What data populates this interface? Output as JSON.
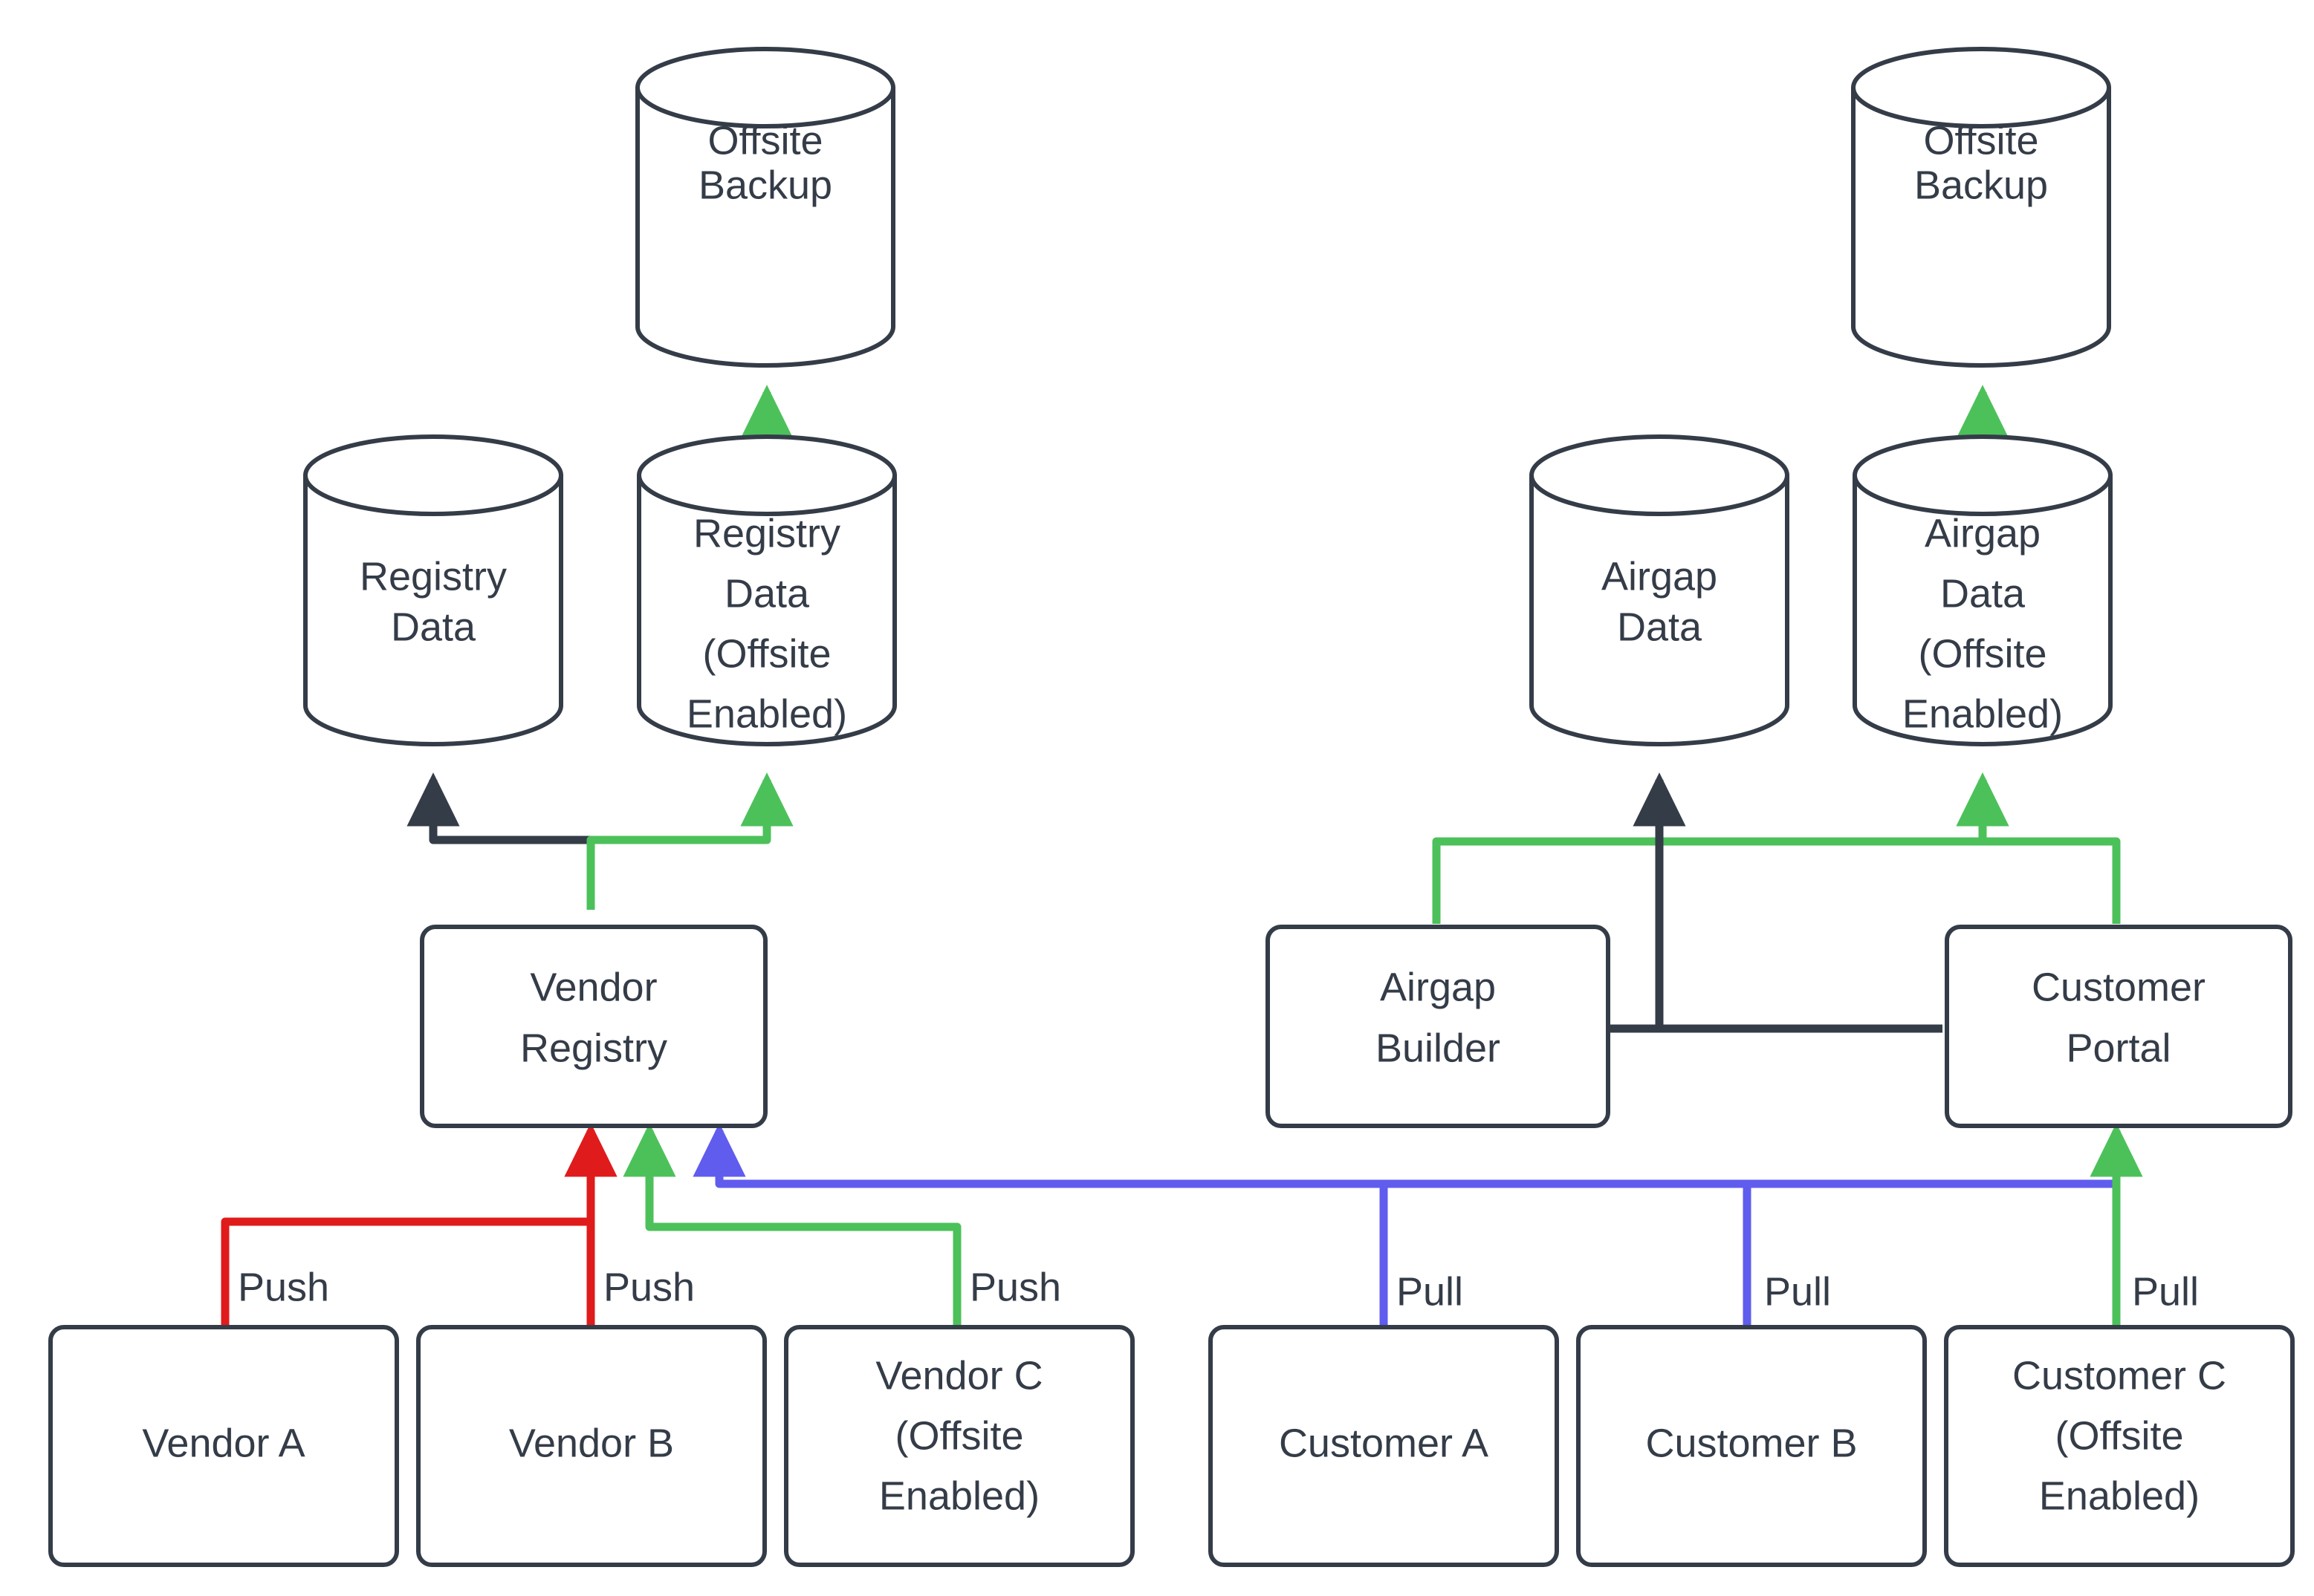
{
  "diagram": {
    "title": "Vendor Registry and Customer Airgap Data Flow",
    "background": "#ffffff",
    "colors": {
      "node_stroke": "#343c48",
      "node_fill": "#ffffff",
      "text": "#343c48",
      "link_dark": "#343c48",
      "link_green": "#4cc15a",
      "link_red": "#e01b1b",
      "link_purple": "#5f5cee"
    },
    "nodes": {
      "offsite_backup_left": {
        "label_line1": "Offsite",
        "label_line2": "Backup",
        "shape": "cylinder"
      },
      "offsite_backup_right": {
        "label_line1": "Offsite",
        "label_line2": "Backup",
        "shape": "cylinder"
      },
      "registry_data": {
        "label_line1": "Registry",
        "label_line2": "Data",
        "shape": "cylinder"
      },
      "registry_data_offsite": {
        "label_line1": "Registry",
        "label_line2": "Data",
        "label_line3": "(Offsite",
        "label_line4": "Enabled)",
        "shape": "cylinder"
      },
      "airgap_data": {
        "label_line1": "Airgap",
        "label_line2": "Data",
        "shape": "cylinder"
      },
      "airgap_data_offsite": {
        "label_line1": "Airgap",
        "label_line2": "Data",
        "label_line3": "(Offsite",
        "label_line4": "Enabled)",
        "shape": "cylinder"
      },
      "vendor_registry": {
        "label_line1": "Vendor",
        "label_line2": "Registry",
        "shape": "rounded-rect"
      },
      "airgap_builder": {
        "label_line1": "Airgap",
        "label_line2": "Builder",
        "shape": "rounded-rect"
      },
      "customer_portal": {
        "label_line1": "Customer",
        "label_line2": "Portal",
        "shape": "rounded-rect"
      },
      "vendor_a": {
        "label_line1": "Vendor A",
        "shape": "rounded-rect"
      },
      "vendor_b": {
        "label_line1": "Vendor B",
        "shape": "rounded-rect"
      },
      "vendor_c": {
        "label_line1": "Vendor C",
        "label_line2": "(Offsite",
        "label_line3": "Enabled)",
        "shape": "rounded-rect"
      },
      "customer_a": {
        "label_line1": "Customer A",
        "shape": "rounded-rect"
      },
      "customer_b": {
        "label_line1": "Customer B",
        "shape": "rounded-rect"
      },
      "customer_c": {
        "label_line1": "Customer C",
        "label_line2": "(Offsite",
        "label_line3": "Enabled)",
        "shape": "rounded-rect"
      }
    },
    "edge_labels": {
      "push_a": "Push",
      "push_b": "Push",
      "push_c": "Push",
      "pull_a": "Pull",
      "pull_b": "Pull",
      "pull_c": "Pull"
    },
    "edges": [
      {
        "from": "registry_data_offsite",
        "to": "offsite_backup_left",
        "color": "#4cc15a",
        "label": ""
      },
      {
        "from": "vendor_registry",
        "to": "registry_data",
        "color": "#343c48",
        "label": ""
      },
      {
        "from": "vendor_registry",
        "to": "registry_data_offsite",
        "color": "#4cc15a",
        "label": ""
      },
      {
        "from": "vendor_a",
        "to": "vendor_registry",
        "color": "#e01b1b",
        "label": "Push"
      },
      {
        "from": "vendor_b",
        "to": "vendor_registry",
        "color": "#e01b1b",
        "label": "Push"
      },
      {
        "from": "vendor_c",
        "to": "vendor_registry",
        "color": "#4cc15a",
        "label": "Push"
      },
      {
        "from": "airgap_data_offsite",
        "to": "offsite_backup_right",
        "color": "#4cc15a",
        "label": ""
      },
      {
        "from": "airgap_builder",
        "to": "airgap_data_offsite",
        "color": "#4cc15a",
        "label": ""
      },
      {
        "from": "customer_portal",
        "to": "airgap_data_offsite",
        "color": "#4cc15a",
        "label": ""
      },
      {
        "from": "airgap_builder",
        "to": "airgap_data",
        "color": "#343c48",
        "label": ""
      },
      {
        "from": "customer_portal",
        "to": "airgap_data",
        "color": "#343c48",
        "label": ""
      },
      {
        "from": "customer_a",
        "to": "vendor_registry",
        "color": "#5f5cee",
        "label": "Pull"
      },
      {
        "from": "customer_b",
        "to": "vendor_registry",
        "color": "#5f5cee",
        "label": "Pull"
      },
      {
        "from": "customer_c",
        "to": "customer_portal",
        "color": "#4cc15a",
        "label": "Pull"
      },
      {
        "from": "customer_c",
        "to": "vendor_registry",
        "color": "#5f5cee",
        "label": "Pull"
      }
    ]
  }
}
